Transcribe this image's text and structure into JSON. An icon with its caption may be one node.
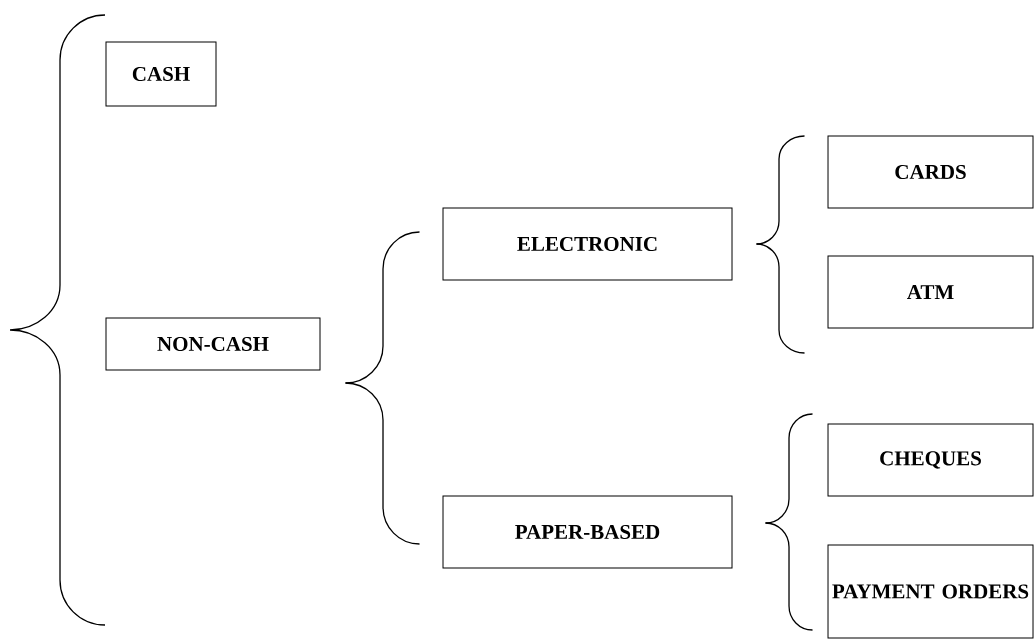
{
  "diagram": {
    "nodes": [
      {
        "text": [
          "CASH"
        ]
      },
      {
        "text": [
          "NON-CASH"
        ]
      },
      {
        "text": [
          "ELECTRONIC"
        ]
      },
      {
        "text": [
          "PAPER-BASED"
        ]
      },
      {
        "text": [
          "CARDS"
        ]
      },
      {
        "text": [
          "ATM"
        ]
      },
      {
        "text": [
          "CHEQUES"
        ]
      },
      {
        "text": [
          "PAYMENT ORDERS"
        ]
      }
    ],
    "edges": [
      {
        "from": 1,
        "to": 2,
        "arrow": "none"
      },
      {
        "from": 1,
        "to": 3,
        "arrow": "none"
      },
      {
        "from": 2,
        "to": 4,
        "arrow": "none"
      },
      {
        "from": 2,
        "to": 5,
        "arrow": "none"
      },
      {
        "from": 3,
        "to": 6,
        "arrow": "none"
      },
      {
        "from": 3,
        "to": 7,
        "arrow": "none"
      }
    ]
  }
}
